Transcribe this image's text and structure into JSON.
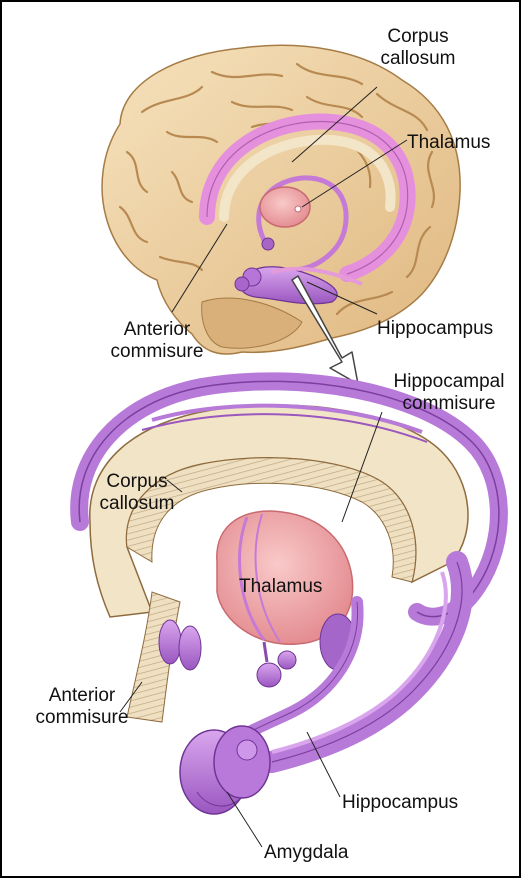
{
  "top_figure": {
    "labels": {
      "corpus_callosum": [
        "Corpus",
        "callosum"
      ],
      "thalamus": "Thalamus",
      "anterior_commisure": [
        "Anterior",
        "commisure"
      ],
      "hippocampus": "Hippocampus"
    }
  },
  "bottom_figure": {
    "labels": {
      "hippocampal_commisure": [
        "Hippocampal",
        "commisure"
      ],
      "corpus_callosum": [
        "Corpus",
        "callosum"
      ],
      "thalamus": "Thalamus",
      "anterior_commisure": [
        "Anterior",
        "commisure"
      ],
      "hippocampus": "Hippocampus",
      "amygdala": "Amygdala"
    }
  },
  "colors": {
    "brain_tan": "#f1d7a8",
    "brain_shadow": "#c99f67",
    "limbic_purple": "#b878d6",
    "limbic_dark": "#7b3f9e",
    "highlight_pink": "#e88fe0",
    "thalamus_pink": "#f4a3a5",
    "callosum_cream": "#f3e6cc"
  }
}
